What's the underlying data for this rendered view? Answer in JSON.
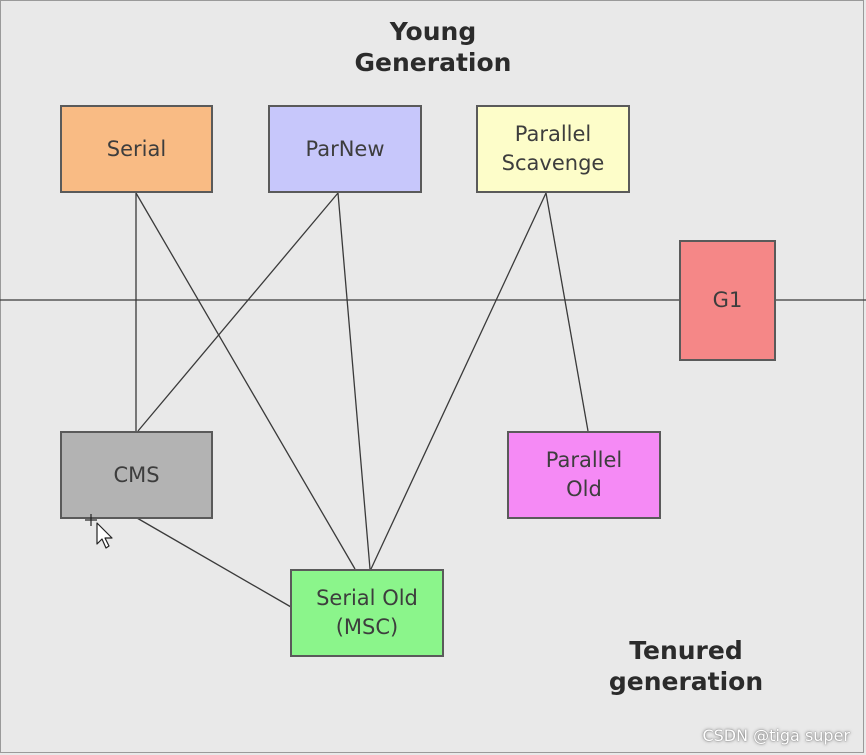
{
  "labels": {
    "young_generation": "Young\nGeneration",
    "tenured_generation": "Tenured\ngeneration"
  },
  "collectors": {
    "serial": {
      "label": "Serial",
      "color": "#f9bb84"
    },
    "parnew": {
      "label": "ParNew",
      "color": "#c7c7fb"
    },
    "parallel_scavenge": {
      "label": "Parallel\nScavenge",
      "color": "#fdfdc9"
    },
    "g1": {
      "label": "G1",
      "color": "#f58787"
    },
    "cms": {
      "label": "CMS",
      "color": "#b3b3b3"
    },
    "parallel_old": {
      "label": "Parallel\nOld",
      "color": "#f58af5"
    },
    "serial_old": {
      "label": "Serial Old\n(MSC)",
      "color": "#8bf58b"
    }
  },
  "connections": [
    [
      "serial",
      "cms"
    ],
    [
      "serial",
      "serial_old"
    ],
    [
      "parnew",
      "cms"
    ],
    [
      "parnew",
      "serial_old"
    ],
    [
      "parallel_scavenge",
      "serial_old"
    ],
    [
      "parallel_scavenge",
      "parallel_old"
    ],
    [
      "cms",
      "serial_old"
    ]
  ],
  "watermark": "CSDN @tiga super"
}
